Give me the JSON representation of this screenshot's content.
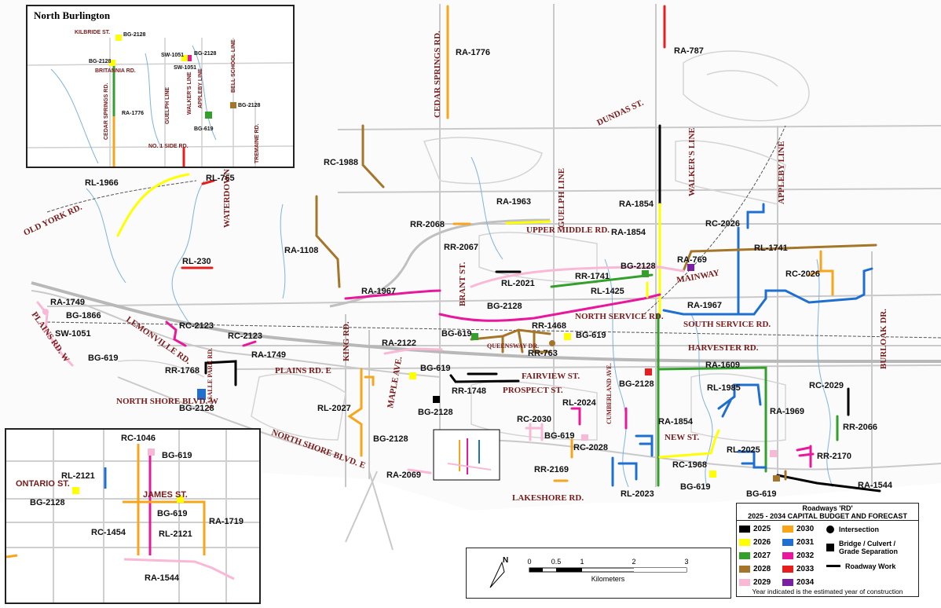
{
  "map_title": "Roadways 'RD'",
  "legend": {
    "title": "Roadways 'RD'",
    "subtitle": "2025 - 2034 CAPITAL BUDGET AND FORECAST",
    "years": [
      {
        "year": "2025",
        "color": "#000000"
      },
      {
        "year": "2026",
        "color": "#ffff00"
      },
      {
        "year": "2027",
        "color": "#33a02c"
      },
      {
        "year": "2028",
        "color": "#a5762a"
      },
      {
        "year": "2029",
        "color": "#f9b8d6"
      },
      {
        "year": "2030",
        "color": "#f7a51b"
      },
      {
        "year": "2031",
        "color": "#1f6fd1"
      },
      {
        "year": "2032",
        "color": "#e8179b"
      },
      {
        "year": "2033",
        "color": "#e61e1e"
      },
      {
        "year": "2034",
        "color": "#7a1fa2"
      }
    ],
    "symbols": {
      "intersection": "Intersection",
      "bridge": "Bridge / Culvert / Grade Separation",
      "roadway": "Roadway Work"
    },
    "footnote": "Year indicated is the estimated year of construction"
  },
  "scale": {
    "ticks": [
      "0",
      "0.5",
      "1",
      "2",
      "3"
    ],
    "unit": "Kilometers",
    "north": "N"
  },
  "inset_north": {
    "title": "North Burlington",
    "labels": [
      "KILBRIDE ST.",
      "BG-2128",
      "BG-2128",
      "BRITANNIA RD.",
      "SW-1051",
      "BG-2128",
      "SW-1051",
      "CEDAR SPRINGS RD.",
      "GUELPH LINE",
      "WALKER'S LINE",
      "APPLEBY LINE",
      "BELL SCHOOL LINE",
      "BG-2128",
      "RA-1776",
      "BG-619",
      "TREMAINE RD.",
      "NO. 1 SIDE RD."
    ]
  },
  "inset_downtown": {
    "labels": [
      "RC-1046",
      "RL-2121",
      "BG-619",
      "ONTARIO ST.",
      "JAMES ST.",
      "BG-2128",
      "BG-619",
      "RA-1719",
      "RC-1454",
      "RL-2121",
      "RA-1544"
    ]
  },
  "streets": [
    "OLD YORK RD.",
    "WATERDOWN RD.",
    "CEDAR SPRINGS RD.",
    "DUNDAS ST.",
    "WALKER'S LINE",
    "APPLEBY LINE",
    "GUELPH LINE",
    "UPPER MIDDLE RD.",
    "MAINWAY",
    "NORTH SERVICE RD.",
    "SOUTH SERVICE RD.",
    "HARVESTER RD.",
    "FAIRVIEW ST.",
    "PROSPECT ST.",
    "QUEENSWAY DR.",
    "PLAINS RD. W",
    "PLAINS RD. E",
    "LEMONVILLE RD.",
    "NORTH SHORE BLVD. W",
    "NORTH SHORE BLVD. E",
    "LASALLE PARK RD.",
    "KING RD.",
    "MAPLE AVE.",
    "BRANT ST.",
    "CUMBERLAND AVE.",
    "NEW ST.",
    "LAKESHORE RD.",
    "BURLOAK DR."
  ],
  "projects": [
    "RA-1776",
    "RA-787",
    "RC-1988",
    "RL-1966",
    "RL-765",
    "RA-1963",
    "RR-2068",
    "RA-1854",
    "RA-1854",
    "RC-2026",
    "RA-769",
    "RL-1741",
    "RR-2067",
    "RA-1108",
    "RL-230",
    "RR-1741",
    "BG-2128",
    "RL-2021",
    "RC-2026",
    "RL-1425",
    "RA-1967",
    "RA-1967",
    "RA-1749",
    "BG-1866",
    "BG-2128",
    "RR-1468",
    "SW-1051",
    "RC-2123",
    "RC-2123",
    "RA-2122",
    "BG-619",
    "BG-619",
    "RR-763",
    "BG-619",
    "RA-1749",
    "RR-1768",
    "BG-619",
    "RA-1609",
    "RR-1748",
    "BG-2128",
    "RL-1985",
    "RC-2029",
    "BG-2128",
    "RL-2027",
    "BG-2128",
    "RL-2024",
    "RC-2030",
    "RA-1854",
    "RA-1969",
    "RR-2066",
    "BG-619",
    "RC-2028",
    "RL-2025",
    "BG-2128",
    "RA-2069",
    "RR-2169",
    "RC-1968",
    "RR-2170",
    "BG-619",
    "BG-619",
    "RL-2023",
    "RA-1544"
  ]
}
